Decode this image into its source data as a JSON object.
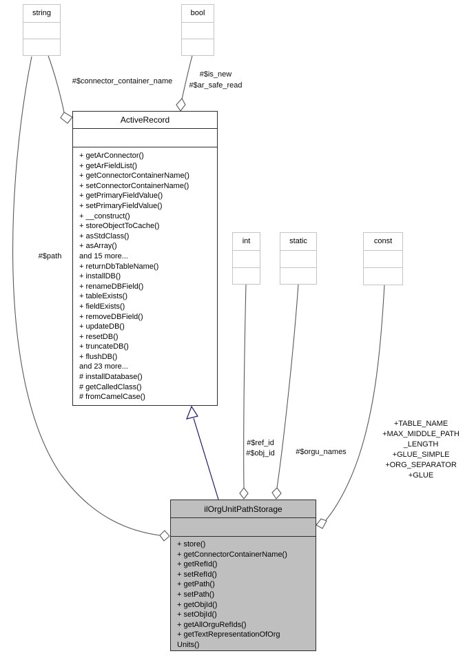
{
  "classes": {
    "string_type": {
      "label": "string"
    },
    "bool_type": {
      "label": "bool"
    },
    "int_type": {
      "label": "int"
    },
    "static_type": {
      "label": "static"
    },
    "const_type": {
      "label": "const"
    },
    "active_record": {
      "label": "ActiveRecord",
      "methods": [
        "+ getArConnector()",
        "+ getArFieldList()",
        "+ getConnectorContainerName()",
        "+ setConnectorContainerName()",
        "+ getPrimaryFieldValue()",
        "+ setPrimaryFieldValue()",
        "+ __construct()",
        "+ storeObjectToCache()",
        "+ asStdClass()",
        "+ asArray()",
        "and 15 more...",
        "+ returnDbTableName()",
        "+ installDB()",
        "+ renameDBField()",
        "+ tableExists()",
        "+ fieldExists()",
        "+ removeDBField()",
        "+ updateDB()",
        "+ resetDB()",
        "+ truncateDB()",
        "+ flushDB()",
        "and 23 more...",
        "# installDatabase()",
        "# getCalledClass()",
        "# fromCamelCase()"
      ]
    },
    "org_unit_path_storage": {
      "label": "ilOrgUnitPathStorage",
      "methods": [
        "+ store()",
        "+ getConnectorContainerName()",
        "+ getRefId()",
        "+ setRefId()",
        "+ getPath()",
        "+ setPath()",
        "+ getObjId()",
        "+ setObjId()",
        "+ getAllOrguRefIds()",
        "+ getTextRepresentationOfOrg",
        "Units()"
      ]
    }
  },
  "edge_labels": {
    "connector_container_name": "#$connector_container_name",
    "is_new": "#$is_new",
    "ar_safe_read": "#$ar_safe_read",
    "path": "#$path",
    "ref_id": "#$ref_id",
    "obj_id": "#$obj_id",
    "orgu_names": "#$orgu_names",
    "const_block": "+TABLE_NAME\n+MAX_MIDDLE_PATH\n_LENGTH\n+GLUE_SIMPLE\n+ORG_SEPARATOR\n+GLUE"
  },
  "colors": {
    "edge": "#575757",
    "inheritance": "#191970",
    "node_fill": "#bfbfbf",
    "type_border": "#c4c4c4"
  }
}
